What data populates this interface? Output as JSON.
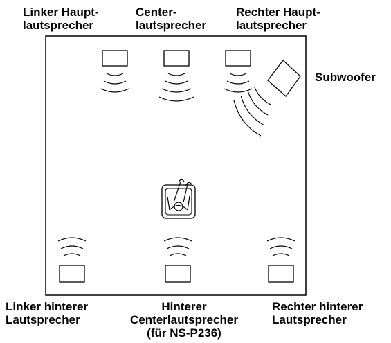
{
  "labels": {
    "front_left": {
      "line1": "Linker Haupt-",
      "line2": "lautsprecher"
    },
    "front_center": {
      "line1": "Center-",
      "line2": "lautsprecher"
    },
    "front_right": {
      "line1": "Rechter Haupt-",
      "line2": "lautsprecher"
    },
    "subwoofer": "Subwoofer",
    "rear_left": {
      "line1": "Linker hinterer",
      "line2": "Lautsprecher"
    },
    "rear_center": {
      "line1": "Hinterer",
      "line2": "Centerlautsprecher",
      "line3": "(für NS-P236)"
    },
    "rear_right": {
      "line1": "Rechter hinterer",
      "line2": "Lautsprecher"
    }
  },
  "colors": {
    "line": "#000000",
    "background": "#ffffff"
  }
}
